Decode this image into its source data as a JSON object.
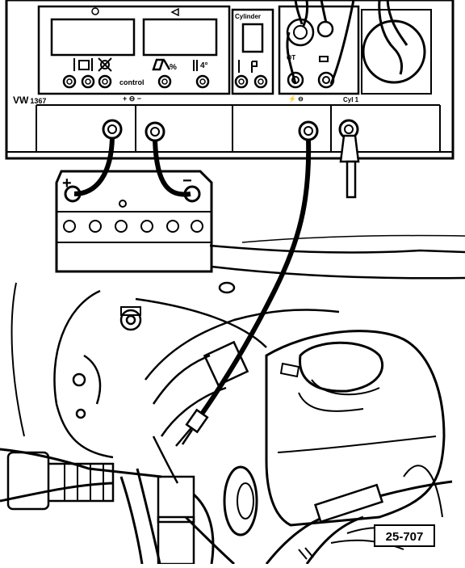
{
  "tester": {
    "model_label": "VW",
    "model_number": "1367",
    "cylinder_label": "Cylinder",
    "control_label": "control",
    "percent_label": "%",
    "degree_label": "4°",
    "polarity_label": "+ ⊖ −",
    "ot_label": "OT",
    "cyl1_label": "Cyl 1"
  },
  "battery": {
    "plus_label": "+",
    "minus_label": "−"
  },
  "figure": {
    "reference": "25-707"
  }
}
